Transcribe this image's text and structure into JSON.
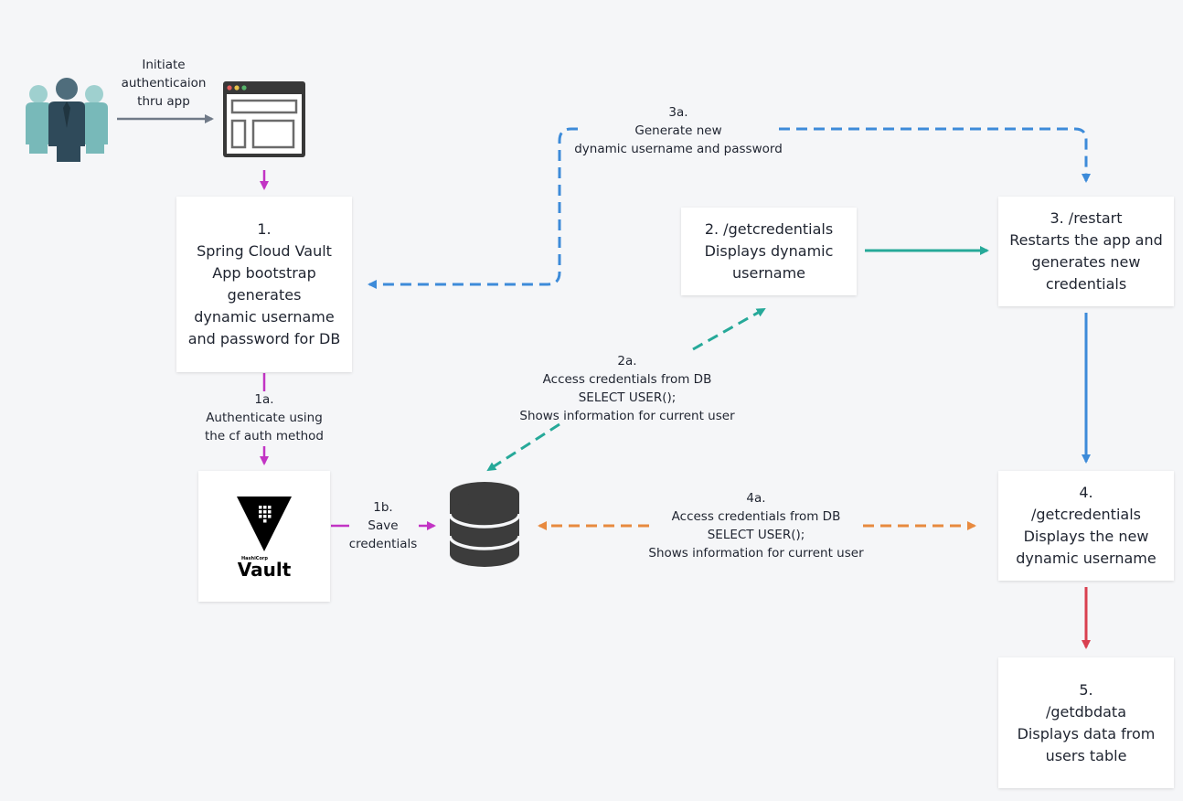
{
  "colors": {
    "magenta": "#c234c4",
    "blue": "#3d8bd9",
    "teal": "#26a999",
    "orange": "#e88a3f",
    "red": "#d94050",
    "gray": "#707a88"
  },
  "icons": {
    "users": "users-group-icon",
    "browser": "browser-window-icon",
    "vault": "vault-logo",
    "database": "database-icon"
  },
  "labels": {
    "initiate": [
      "Initiate",
      "authenticaion",
      "thru app"
    ],
    "step_1a": [
      "1a.",
      "Authenticate using",
      "the cf auth method"
    ],
    "step_1b": [
      "1b.",
      "Save",
      "credentials"
    ],
    "step_2a": [
      "2a.",
      "Access credentials from DB",
      "SELECT USER();",
      "Shows information for current user"
    ],
    "step_3a": [
      "3a.",
      "Generate new",
      "dynamic username and password"
    ],
    "step_4a": [
      "4a.",
      "Access credentials from DB",
      "SELECT USER();",
      "Shows information for current user"
    ]
  },
  "boxes": {
    "step_1": [
      "1.",
      "Spring Cloud Vault",
      "App bootstrap",
      "generates",
      "dynamic username",
      "and password for DB"
    ],
    "step_2": [
      "2. /getcredentials",
      "Displays dynamic",
      "username"
    ],
    "step_3": [
      "3. /restart",
      "Restarts the app and",
      "generates new",
      "credentials"
    ],
    "step_4": [
      "4.",
      "/getcredentials",
      "Displays the new",
      "dynamic username"
    ],
    "step_5": [
      "5.",
      "/getdbdata",
      "Displays data from",
      "users table"
    ]
  },
  "vault_logo": {
    "company": "HashiCorp",
    "product": "Vault"
  }
}
